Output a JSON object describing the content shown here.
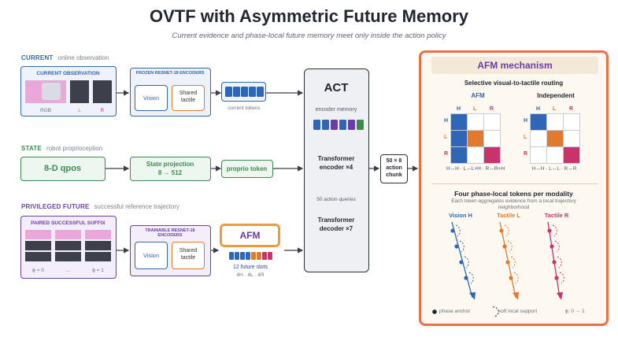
{
  "title": "OVTF with Asymmetric Future Memory",
  "subtitle": "Current evidence and phase-local future memory meet only inside the action policy",
  "rows": {
    "current": {
      "label": "CURRENT",
      "note": "online observation"
    },
    "state": {
      "label": "STATE",
      "note": "robot proprioception"
    },
    "future": {
      "label": "PRIVILEGED FUTURE",
      "note": "successful reference trajectory"
    }
  },
  "current_obs": {
    "title": "CURRENT OBSERVATION",
    "rgb": "RGB",
    "l": "L",
    "r": "R"
  },
  "frozen_encoders": {
    "title": "FROZEN RESNET-18 ENCODERS",
    "vision": "Vision",
    "shared": "Shared tactile"
  },
  "current_tokens": "current tokens",
  "qpos": "8-D qpos",
  "state_projection": {
    "line1": "State projection",
    "line2": "8 → 512"
  },
  "proprio_token": "proprio token",
  "paired_suffix": {
    "title": "PAIRED SUCCESSFUL SUFFIX",
    "phi0": "ϕ = 0",
    "dots": "...",
    "phi1": "ϕ = 1"
  },
  "trainable_encoders": {
    "title": "TRAINABLE RESNET-18 ENCODERS",
    "vision": "Vision",
    "shared": "Shared tactile"
  },
  "afm_box": "AFM",
  "future_slots": {
    "line1": "12 future slots",
    "line2": "4H · 4L · 4R"
  },
  "act": {
    "title": "ACT",
    "encoder_memory": "encoder memory",
    "enc": "Transformer encoder ×4",
    "queries": "50 action queries",
    "dec": "Transformer decoder ×7"
  },
  "action_chunk": {
    "line1": "50 × 8",
    "line2": "action",
    "line3": "chunk"
  },
  "mechanism": {
    "title": "AFM mechanism",
    "routing_title": "Selective visual-to-tactile routing",
    "afm_label": "AFM",
    "indep_label": "Independent",
    "cols": [
      "H",
      "L",
      "R"
    ],
    "rows": [
      "H",
      "L",
      "R"
    ],
    "afm_caption": "H↔H · L↔L+H · R↔R+H",
    "indep_caption": "H↔H · L↔L · R↔R",
    "phase_title": "Four phase-local tokens per modality",
    "phase_sub": "Each token aggregates evidence from a local trajectory neighborhood",
    "vision_h": "Vision H",
    "tactile_l": "Tactile L",
    "tactile_r": "Tactile R",
    "legend_anchor": "phase anchor",
    "legend_support": "soft local support",
    "legend_phi": "ϕ: 0 → 1"
  },
  "colors": {
    "green": "#3d8b4f",
    "blue": "#2f66b5",
    "orange": "#e07a2f",
    "magenta": "#c8336c",
    "purple": "#6a3fa5",
    "afm_purple": "#6b3aa5",
    "frame": "#ef6e45"
  }
}
